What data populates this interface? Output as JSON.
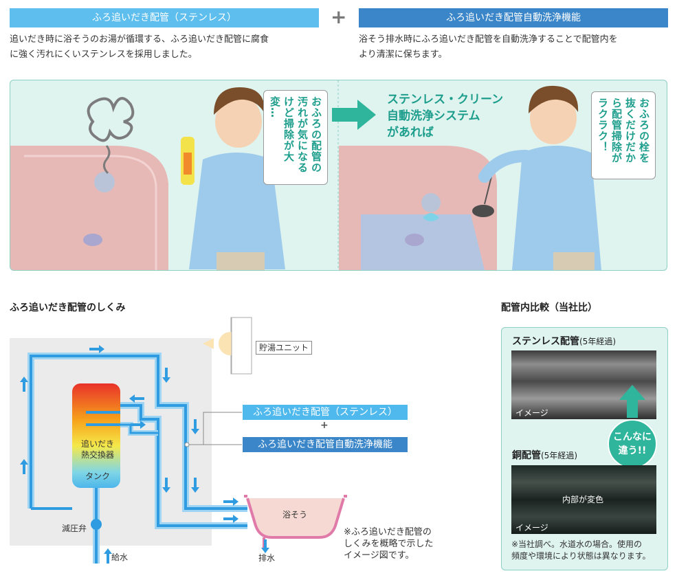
{
  "header": {
    "left_title": "ふろ追いだき配管（ステンレス）",
    "plus": "+",
    "right_title": "ふろ追いだき配管自動洗浄機能"
  },
  "desc": {
    "left_line1": "追いだき時に浴そうのお湯が循環する、ふろ追いだき配管に腐食",
    "left_line2": "に強く汚れにくいステンレスを採用しました。",
    "right_line1": "浴そう排水時にふろ追いだき配管を自動洗浄することで配管内を",
    "right_line2": "より清潔に保ちます。"
  },
  "illustration": {
    "bubble_left": "おふろの配管の汚れが気になるけど掃除が大変…",
    "clean_line1": "ステンレス・クリーン",
    "clean_line2": "自動洗浄システム",
    "clean_line3": "があれば",
    "bubble_right": "おふろの栓を抜くだけだから配管掃除がラクラク！"
  },
  "diagram": {
    "title": "ふろ追いだき配管のしくみ",
    "storage_unit": "貯湯ユニット",
    "heat_exchanger_1": "追いだき",
    "heat_exchanger_2": "熱交換器",
    "tank": "タンク",
    "pressure_valve": "減圧弁",
    "water_supply": "給水",
    "bathtub": "浴そう",
    "drain": "排水",
    "label_stainless": "ふろ追いだき配管（ステンレス）",
    "label_plus": "+",
    "label_autowash": "ふろ追いだき配管自動洗浄機能",
    "note_line1": "※ふろ追いだき配管の",
    "note_line2": "しくみを概略で示した",
    "note_line3": "イメージ図です。"
  },
  "comparison": {
    "title": "配管内比較（当社比）",
    "stainless_label": "ステンレス配管",
    "stainless_years": "(5年経過)",
    "image_label": "イメージ",
    "badge_line1": "こんなに",
    "badge_line2": "違う!!",
    "copper_label": "銅配管",
    "copper_years": "(5年経過)",
    "discolor": "内部が変色",
    "note_line1": "※当社調べ。水道水の場合。使用の",
    "note_line2": "頻度や環境により状態は異なります。"
  },
  "colors": {
    "light_blue": "#5ebfef",
    "dark_blue": "#3a86c9",
    "teal": "#1d9e8c",
    "panel_bg": "#dff3ef",
    "pipe_blue": "#2f9be0",
    "bath_pink": "#e07aa8"
  }
}
